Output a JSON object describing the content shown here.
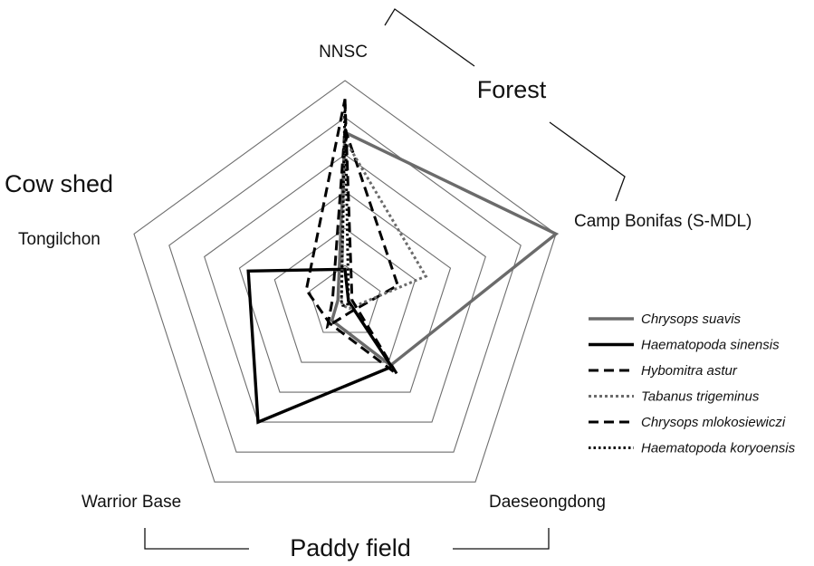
{
  "chart_data": {
    "type": "radar",
    "axes": [
      "NNSC",
      "Camp Bonifas (S-MDL)",
      "Daeseongdong",
      "Warrior Base",
      "Tongilchon"
    ],
    "rmax": 6,
    "rings": 6,
    "groups": [
      {
        "label": "Forest"
      },
      {
        "label": "Paddy field"
      },
      {
        "label": "Cow shed"
      }
    ],
    "series": [
      {
        "name": "Chrysops suavis",
        "values": [
          4.6,
          6.0,
          2.1,
          0.6,
          0.2
        ],
        "color": "#6b6b6b",
        "style": "solid"
      },
      {
        "name": "Haematopoda sinensis",
        "values": [
          0.9,
          0.1,
          2.15,
          4.0,
          2.75
        ],
        "color": "#000000",
        "style": "solid"
      },
      {
        "name": "Hybomitra astur",
        "values": [
          4.7,
          1.5,
          0.3,
          0.8,
          0.35
        ],
        "color": "#000000",
        "style": "dashed"
      },
      {
        "name": "Tabanus trigeminus",
        "values": [
          4.4,
          2.3,
          0.2,
          0.1,
          0.1
        ],
        "color": "#6b6b6b",
        "style": "dotted"
      },
      {
        "name": "Chrysops mlokosiewiczi",
        "values": [
          5.5,
          0.2,
          2.4,
          0.7,
          1.1
        ],
        "color": "#000000",
        "style": "dashed"
      },
      {
        "name": "Haematopoda koryoensis",
        "values": [
          5.5,
          0.1,
          0.1,
          0.1,
          0.1
        ],
        "color": "#000000",
        "style": "dotted"
      }
    ]
  }
}
